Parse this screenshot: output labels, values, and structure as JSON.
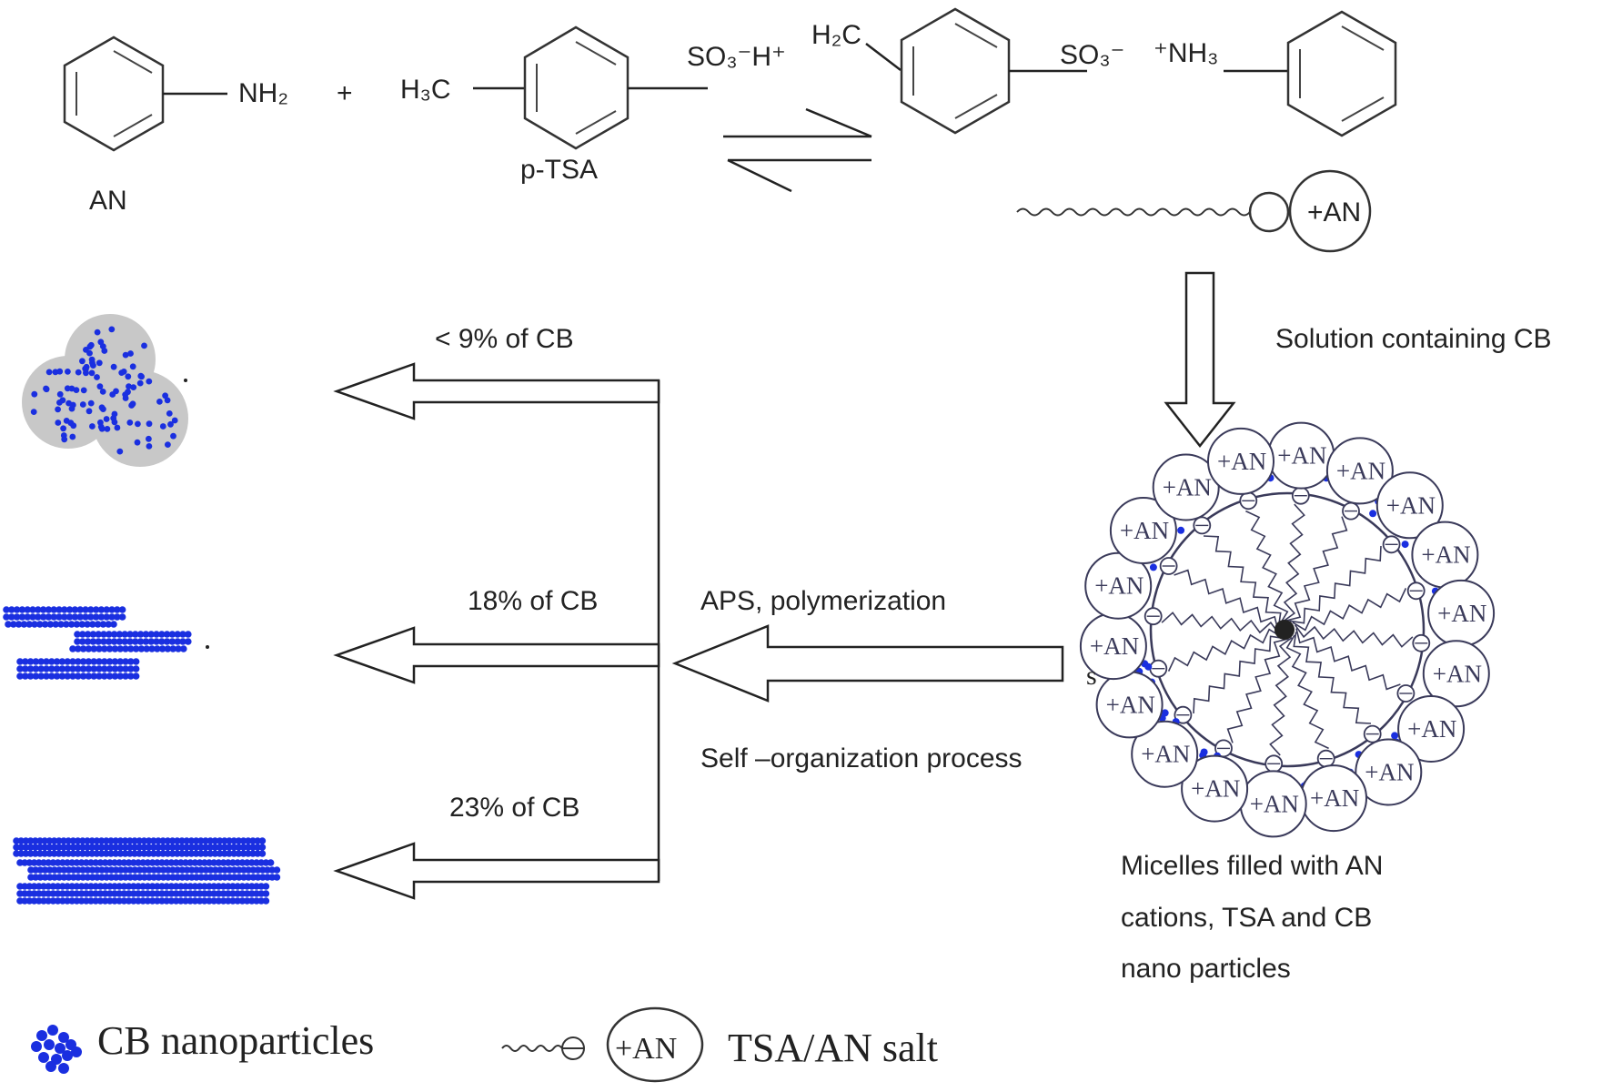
{
  "chemistry": {
    "amine_group": "NH₂",
    "plus_sign": "+",
    "methyl_left": "H₃C",
    "sulfonic_acid": "SO₃⁻H⁺",
    "aniline_label": "AN",
    "tsa_label": "p-TSA",
    "methyl_right": "H₂C",
    "sulfonate": "SO₃⁻",
    "ammonium": "⁺NH₃",
    "salt_head_label": "+AN"
  },
  "process": {
    "solution_label": "Solution containing CB",
    "polymerization_label": "APS, polymerization",
    "self_organization_label": "Self –organization process",
    "micelle_caption": [
      "Micelles filled with AN",
      "cations, TSA and CB",
      "nano particles"
    ],
    "micelle_head_label": "+AN",
    "stray_mark": "s"
  },
  "outcomes": [
    {
      "label": "< 9% of CB",
      "morphology": "spherical-aggregates"
    },
    {
      "label": "18% of CB",
      "morphology": "short-rods"
    },
    {
      "label": "23% of CB",
      "morphology": "long-fibers"
    }
  ],
  "legend": {
    "cb_label": "CB nanoparticles",
    "salt_symbol": "+AN",
    "salt_label": "TSA/AN salt"
  },
  "colors": {
    "nanoparticle": "#1a2fe0",
    "sphere_fill": "#c8c8c8",
    "line": "#222222"
  }
}
